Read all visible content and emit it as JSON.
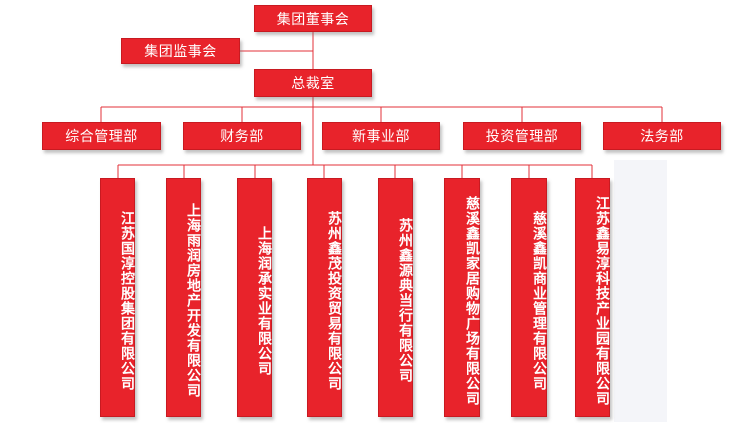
{
  "chart": {
    "board": "集团董事会",
    "supervisory_board": "集团监事会",
    "president_office": "总裁室",
    "departments": [
      "综合管理部",
      "财务部",
      "新事业部",
      "投资管理部",
      "法务部"
    ],
    "companies": [
      "江苏国淳控股集团有限公司",
      "上海雨润房地产开发有限公司",
      "上海润承实业有限公司",
      "苏州鑫茂投资贸易有限公司",
      "苏州鑫源典当行有限公司",
      "慈溪鑫凯家居购物广场有限公司",
      "慈溪鑫凯商业管理有限公司",
      "江苏鑫易淳科技产业园有限公司"
    ]
  },
  "colors": {
    "node_fill": "#e8232b",
    "connector": "#e3303a"
  }
}
